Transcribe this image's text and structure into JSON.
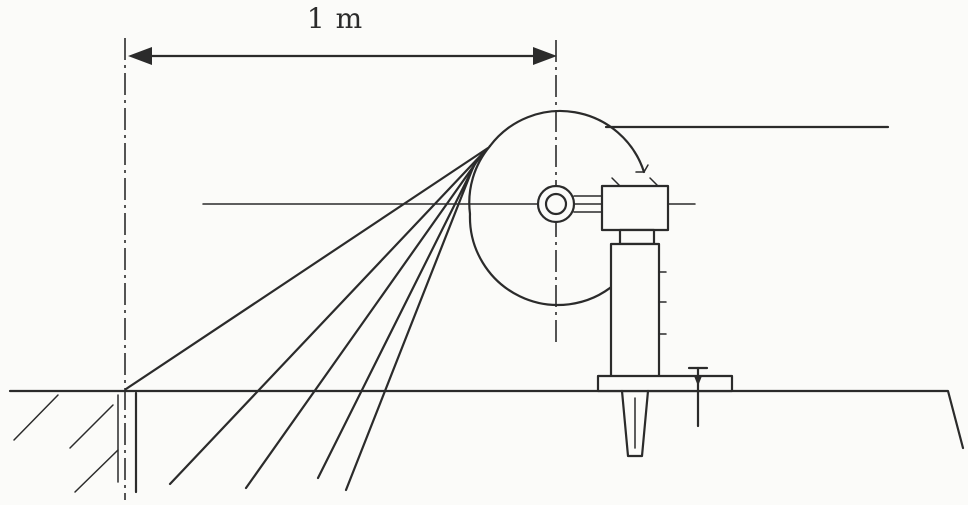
{
  "dimension": {
    "label": "1 m"
  },
  "colors": {
    "ink": "#2b2b2b",
    "paper": "#fbfbf9"
  },
  "icons": {
    "dimension_arrow": "double-headed-arrow",
    "reel": "circle",
    "stake": "tapered-peg",
    "nail": "nail"
  }
}
